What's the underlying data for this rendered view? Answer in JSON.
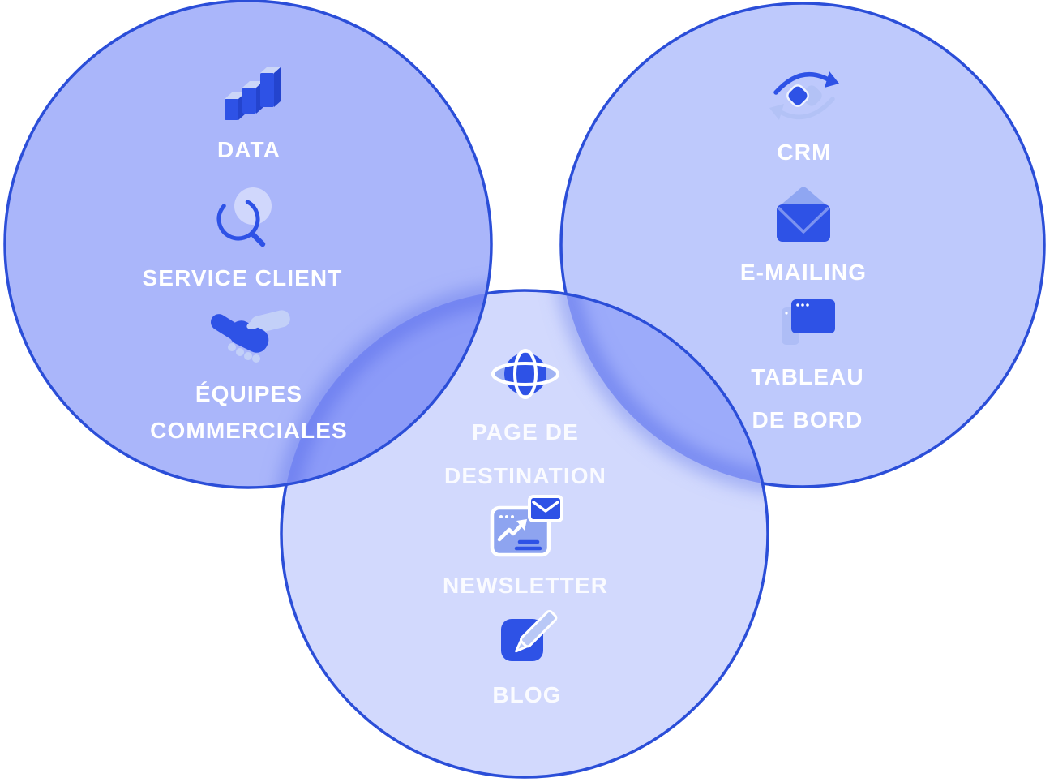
{
  "diagram": {
    "type": "venn",
    "colors": {
      "background": "#ffffff",
      "circle_border": "#2b4ed8",
      "left_fill": "#aab6fa",
      "right_fill": "#bec9fc",
      "center_fill": "#d2d9fd",
      "icon_primary": "#2e52e6",
      "icon_secondary": "#b3c2f6",
      "label_text": "#ffffff"
    },
    "circles": {
      "left": {
        "items": [
          {
            "icon": "bar-chart-3d-icon",
            "lines": [
              "DATA"
            ]
          },
          {
            "icon": "magnifier-icon",
            "lines": [
              "SERVICE CLIENT"
            ]
          },
          {
            "icon": "handshake-icon",
            "lines": [
              "ÉQUIPES",
              "COMMERCIALES"
            ]
          }
        ]
      },
      "right": {
        "items": [
          {
            "icon": "sync-arrows-icon",
            "lines": [
              "CRM"
            ]
          },
          {
            "icon": "open-envelope-icon",
            "lines": [
              "E-MAILING"
            ]
          },
          {
            "icon": "browser-window-icon",
            "lines": [
              "TABLEAU",
              "DE BORD"
            ]
          }
        ]
      },
      "center": {
        "items": [
          {
            "icon": "globe-icon",
            "lines": [
              "PAGE DE",
              "DESTINATION"
            ]
          },
          {
            "icon": "newsletter-window-icon",
            "lines": [
              "NEWSLETTER"
            ]
          },
          {
            "icon": "blog-pencil-icon",
            "lines": [
              "BLOG"
            ]
          }
        ]
      }
    }
  }
}
